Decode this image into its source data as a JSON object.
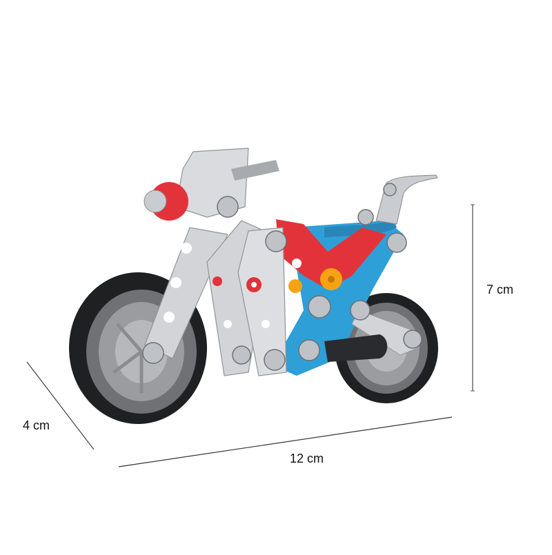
{
  "product": {
    "subject": "metal construction kit toy motorcycle",
    "colors": {
      "steel": "#c9ccd1",
      "red": "#e2333a",
      "blue": "#2f9fd8",
      "orange": "#f6a313",
      "tire": "#1f2022",
      "rim": "#8e9094"
    }
  },
  "dimensions": {
    "height": {
      "label": "7 cm",
      "line_color": "#555555"
    },
    "length": {
      "label": "12 cm",
      "line_color": "#333333"
    },
    "depth": {
      "label": "4 cm",
      "line_color": "#333333"
    }
  }
}
